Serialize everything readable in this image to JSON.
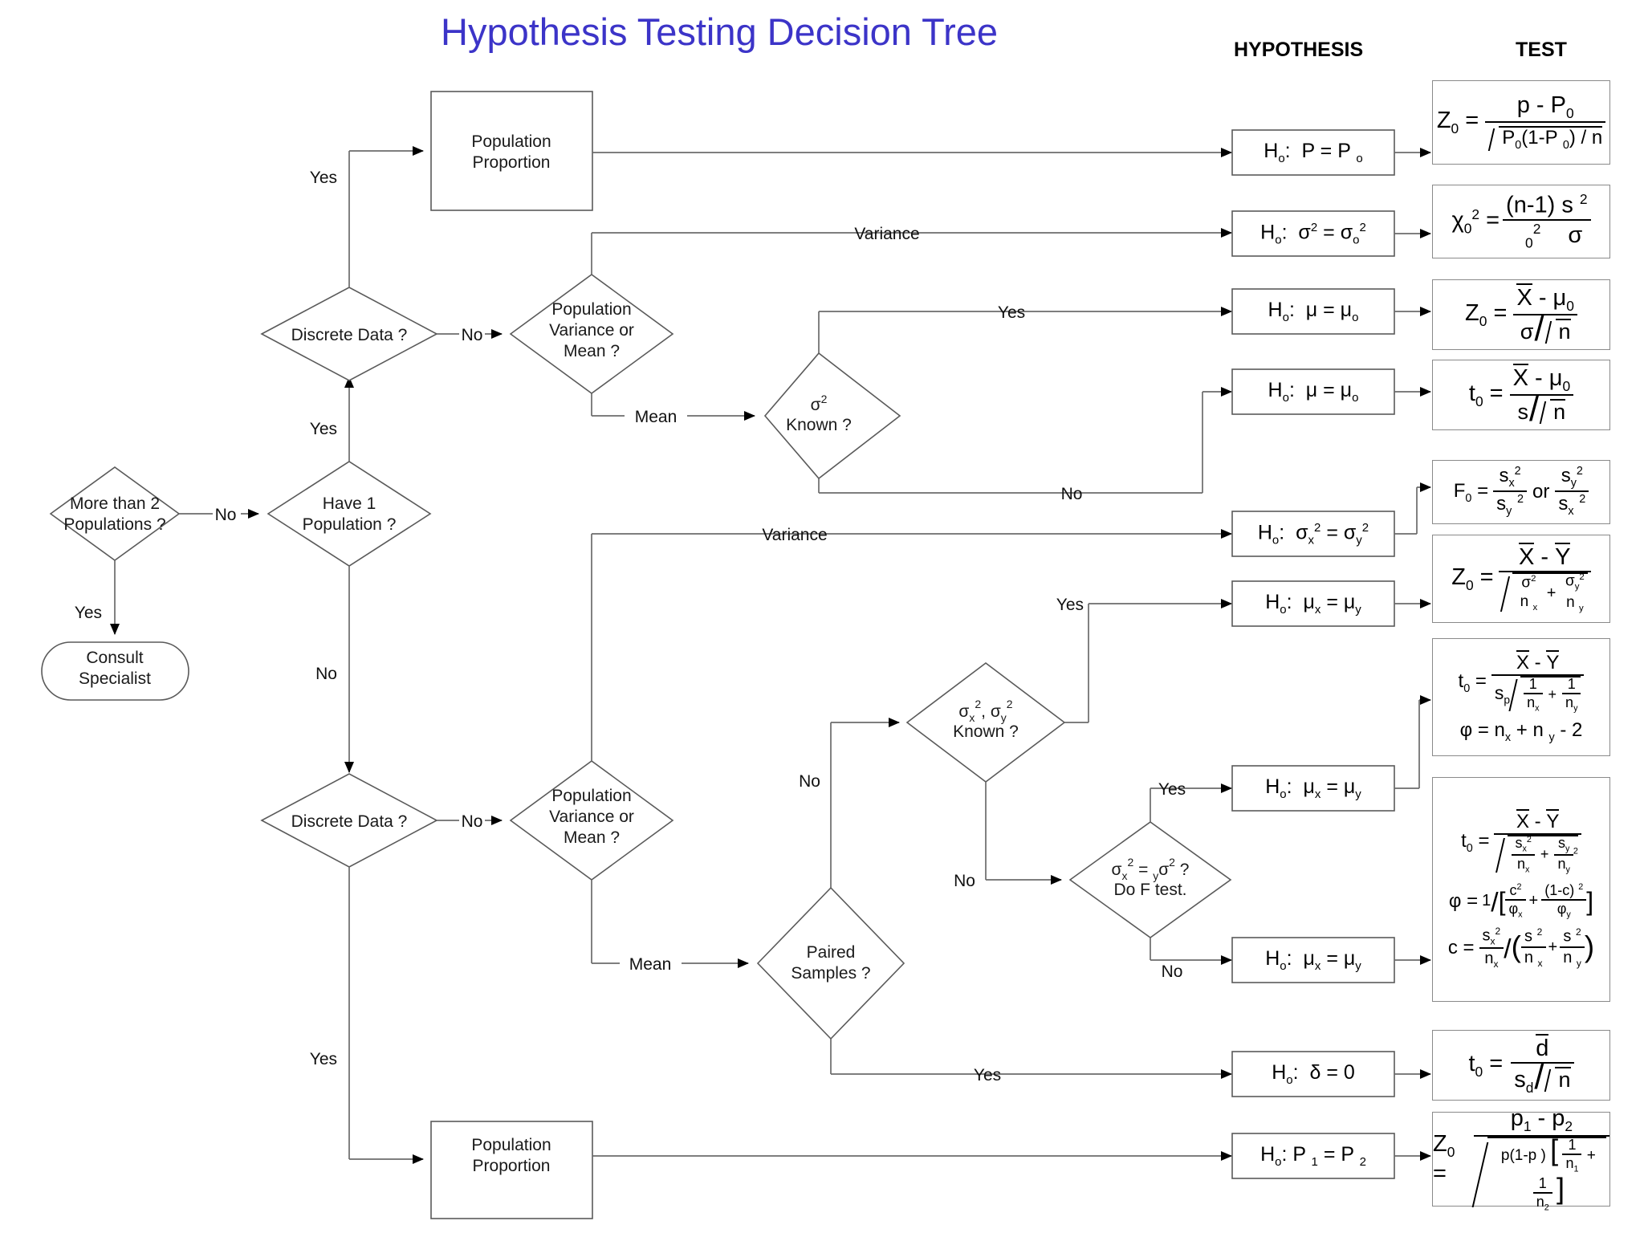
{
  "title": "Hypothesis Testing Decision Tree",
  "headers": {
    "hypothesis": "HYPOTHESIS",
    "test": "TEST"
  },
  "colors": {
    "title": "#3c34c8",
    "stroke": "#5a5a5a",
    "text": "#1a1a1a",
    "header": "#000000"
  },
  "nodes": {
    "more_than_2": "More than 2\nPopulations ?",
    "more_than_2_l1": "More than 2",
    "more_than_2_l2": "Populations ?",
    "consult_l1": "Consult",
    "consult_l2": "Specialist",
    "have_1_l1": "Have 1",
    "have_1_l2": "Population ?",
    "discrete_top": "Discrete Data ?",
    "discrete_bottom": "Discrete Data ?",
    "pop_prop_top_l1": "Population",
    "pop_prop_top_l2": "Proportion",
    "pop_prop_bot_l1": "Population",
    "pop_prop_bot_l2": "Proportion",
    "pvm_top_l1": "Population",
    "pvm_top_l2": "Variance or",
    "pvm_top_l3": "Mean ?",
    "pvm_bot_l1": "Population",
    "pvm_bot_l2": "Variance or",
    "pvm_bot_l3": "Mean ?",
    "sigma_known_l2": "Known ?",
    "sigma_xy_known_l2": "Known ?",
    "ftest_l2": "Do F test.",
    "paired_l1": "Paired",
    "paired_l2": "Samples ?"
  },
  "edge_labels": {
    "yes": "Yes",
    "no": "No",
    "variance": "Variance",
    "mean": "Mean"
  },
  "edges": [
    {
      "from": "more_than_2",
      "label": "No",
      "to": "have_1"
    },
    {
      "from": "more_than_2",
      "label": "Yes",
      "to": "consult_specialist"
    },
    {
      "from": "have_1",
      "label": "Yes",
      "to": "discrete_top"
    },
    {
      "from": "have_1",
      "label": "No",
      "to": "discrete_bottom"
    },
    {
      "from": "discrete_top",
      "label": "Yes",
      "to": "pop_proportion_top"
    },
    {
      "from": "discrete_top",
      "label": "No",
      "to": "pvm_top"
    },
    {
      "from": "pvm_top",
      "label": "Variance",
      "to": "H0_var_eq_var0"
    },
    {
      "from": "pvm_top",
      "label": "Mean",
      "to": "sigma2_known"
    },
    {
      "from": "sigma2_known",
      "label": "Yes",
      "to": "H0_mu_eq_mu0_z"
    },
    {
      "from": "sigma2_known",
      "label": "No",
      "to": "H0_mu_eq_mu0_t"
    },
    {
      "from": "discrete_bottom",
      "label": "Yes",
      "to": "pop_proportion_bottom"
    },
    {
      "from": "discrete_bottom",
      "label": "No",
      "to": "pvm_bottom"
    },
    {
      "from": "pvm_bottom",
      "label": "Variance",
      "to": "H0_sx2_eq_sy2"
    },
    {
      "from": "pvm_bottom",
      "label": "Mean",
      "to": "paired_samples"
    },
    {
      "from": "paired_samples",
      "label": "No",
      "to": "sigma_xy_known"
    },
    {
      "from": "paired_samples",
      "label": "Yes",
      "to": "H0_delta_eq_0"
    },
    {
      "from": "sigma_xy_known",
      "label": "Yes",
      "to": "H0_mux_eq_muy_z"
    },
    {
      "from": "sigma_xy_known",
      "label": "No",
      "to": "ftest"
    },
    {
      "from": "ftest",
      "label": "Yes",
      "to": "H0_mux_eq_muy_pooled"
    },
    {
      "from": "ftest",
      "label": "No",
      "to": "H0_mux_eq_muy_welch"
    }
  ],
  "hypotheses": [
    {
      "id": "h1",
      "text": "H₀:  P = P₀"
    },
    {
      "id": "h2",
      "text": "H₀:  σ² = σ₀²"
    },
    {
      "id": "h3",
      "text": "H₀:  μ = μ₀"
    },
    {
      "id": "h4",
      "text": "H₀:  μ = μ₀"
    },
    {
      "id": "h5",
      "text": "H₀:  σₓ² = σy²"
    },
    {
      "id": "h6",
      "text": "H₀:  μₓ = μy"
    },
    {
      "id": "h7",
      "text": "H₀:  μₓ = μy"
    },
    {
      "id": "h8",
      "text": "H₀:  μₓ = μy"
    },
    {
      "id": "h9",
      "text": "H₀:  δ = 0"
    },
    {
      "id": "h10",
      "text": "H₀:  P₁ = P₂"
    }
  ],
  "tests": [
    {
      "id": "t1",
      "name": "z-test-proportion",
      "text": "Z₀ = (p - P₀) / √(P₀(1-P₀) / n)"
    },
    {
      "id": "t2",
      "name": "chi-square-variance",
      "text": "χ₀² = (n-1) s² / σ₀²"
    },
    {
      "id": "t3",
      "name": "z-test-mean-known-variance",
      "text": "Z₀ = (X̄ - μ₀) / (σ/√n)"
    },
    {
      "id": "t4",
      "name": "t-test-mean",
      "text": "t₀ = (X̄ - μ₀) / (s/√n)"
    },
    {
      "id": "t5",
      "name": "f-test-variance-ratio",
      "text": "F₀ = sₓ²/sy²  or  sy²/sₓ²"
    },
    {
      "id": "t6",
      "name": "z-test-two-means",
      "text": "Z₀ = (X̄ - Ȳ) / √(σₓ²/nₓ + σy²/ny)"
    },
    {
      "id": "t7",
      "name": "pooled-t-test",
      "text": "t₀ = (X̄ - Ȳ) / (s_p √(1/nₓ + 1/ny));  φ = nₓ + ny - 2"
    },
    {
      "id": "t8",
      "name": "welch-t-test",
      "text": "t₀ = (X̄ - Ȳ) / √(sₓ²/nₓ + sy²/ny);  φ = 1 / [c²/φₓ + (1-c)²/φy];  c = (sₓ²/nₓ) / (sₓ²/nₓ + sy²/ny)"
    },
    {
      "id": "t9",
      "name": "paired-t-test",
      "text": "t₀ = d̄ / (s_d/√n)"
    },
    {
      "id": "t10",
      "name": "z-test-two-proportions",
      "text": "Z₀ = (p₁ - p₂) / √(p(1-p)[1/n₁ + 1/n₂])"
    }
  ]
}
